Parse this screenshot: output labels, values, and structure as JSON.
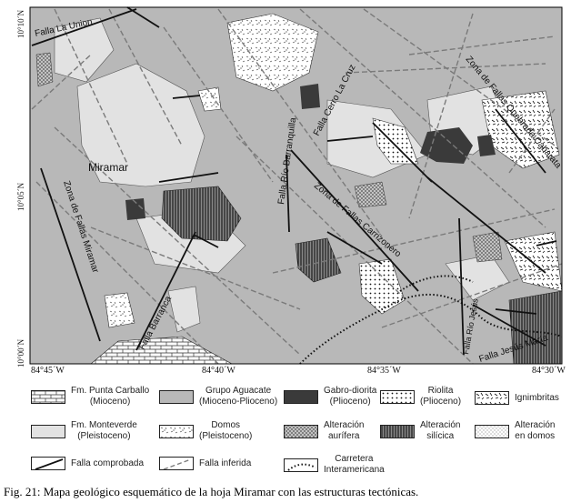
{
  "map": {
    "title_place": "Miramar",
    "fault_labels": [
      "Falla La Union",
      "Zona de Fallas Miramar",
      "Falla Barranca",
      "Falla Río Barranquilla",
      "Falla Cerro La Cruz",
      "Zona de Fallas Carrizonero",
      "Falla Río Jesús",
      "Falla Jesús María",
      "Zona de Fallas Quebrada Cabarata"
    ],
    "lat_ticks": [
      "10°10´N",
      "10°05´N",
      "10°00´N"
    ],
    "lon_ticks": [
      "84°45´W",
      "84°40´W",
      "84°35´W",
      "84°30´W"
    ]
  },
  "legend": [
    {
      "id": "punta-carballo",
      "lines": [
        "Fm. Punta Carballo",
        "(Mioceno)"
      ],
      "pattern": "bricks"
    },
    {
      "id": "aguacate",
      "lines": [
        "Grupo Aguacate",
        "(Mioceno-Plioceno)"
      ],
      "pattern": "gray"
    },
    {
      "id": "gabro",
      "lines": [
        "Gabro-diorita",
        "(Plioceno)"
      ],
      "pattern": "dark"
    },
    {
      "id": "riolita",
      "lines": [
        "Riolita",
        "(Plioceno)"
      ],
      "pattern": "dots"
    },
    {
      "id": "ignimbritas",
      "lines": [
        "Ignimbritas"
      ],
      "pattern": "dashes"
    },
    {
      "id": "monteverde",
      "lines": [
        "Fm. Monteverde",
        "(Pleistoceno)"
      ],
      "pattern": "light"
    },
    {
      "id": "domos",
      "lines": [
        "Domos",
        "(Pleistoceno)"
      ],
      "pattern": "domos"
    },
    {
      "id": "aurifera",
      "lines": [
        "Alteración",
        "aurífera"
      ],
      "pattern": "crosshatch"
    },
    {
      "id": "silicica",
      "lines": [
        "Alteración",
        "silícica"
      ],
      "pattern": "vertical"
    },
    {
      "id": "alt-domos",
      "lines": [
        "Alteración",
        "en domos"
      ],
      "pattern": "finedots"
    },
    {
      "id": "comprobada",
      "lines": [
        "Falla comprobada"
      ],
      "pattern": "solid-line"
    },
    {
      "id": "inferida",
      "lines": [
        "Falla inferida"
      ],
      "pattern": "dashed-line"
    },
    {
      "id": "carretera",
      "lines": [
        "Carretera",
        "Interamericana"
      ],
      "pattern": "dotted-line"
    }
  ],
  "caption": "Fig. 21: Mapa geológico esquemático de la hoja Miramar con las estructuras tectónicas.",
  "colors": {
    "aguacate": "#b8b8b8",
    "monteverde": "#e2e2e2",
    "gabro": "#3a3a3a",
    "fault": "#111111",
    "inferred": "#7a7a7a"
  }
}
